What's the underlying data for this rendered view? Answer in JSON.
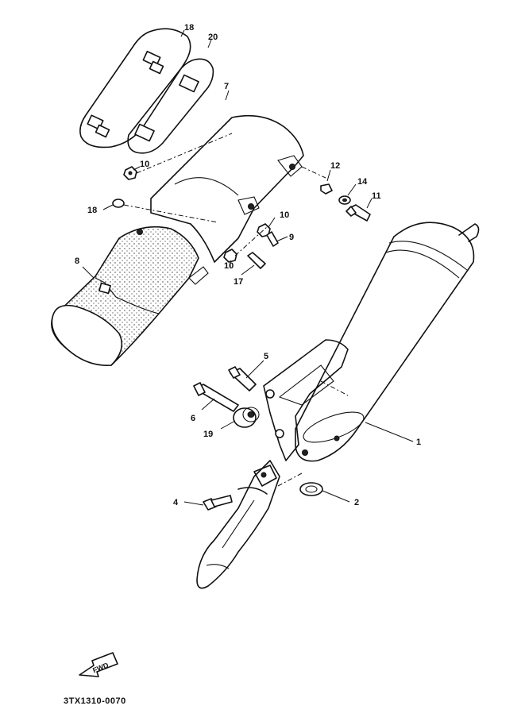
{
  "callouts": {
    "c18_top": "18",
    "c20": "20",
    "c7": "7",
    "c10_a": "10",
    "c12": "12",
    "c14": "14",
    "c11": "11",
    "c18_left": "18",
    "c10_b": "10",
    "c9": "9",
    "c8": "8",
    "c10_c": "10",
    "c17": "17",
    "c5": "5",
    "c6": "6",
    "c19": "19",
    "c1": "1",
    "c4": "4",
    "c2": "2"
  },
  "fwd_label": "FWD",
  "diagram_code": "3TX1310-0070"
}
